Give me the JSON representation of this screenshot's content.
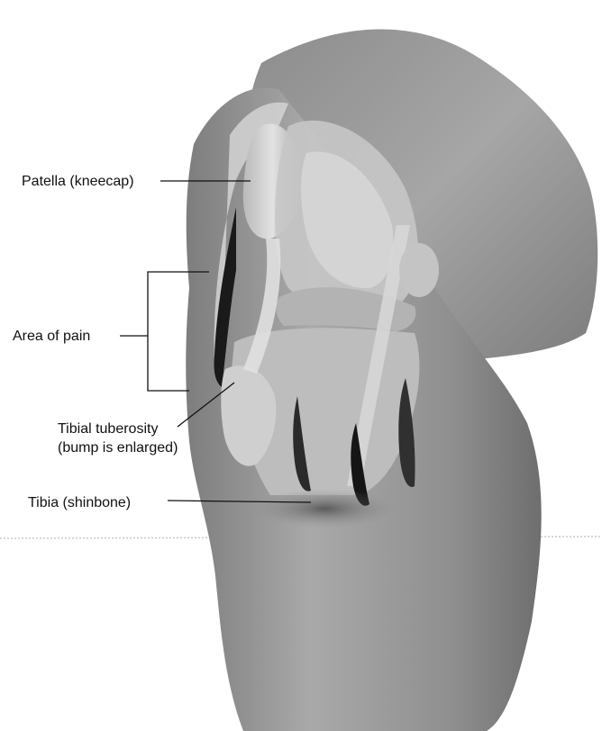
{
  "labels": {
    "patella": "Patella (kneecap)",
    "area_of_pain": "Area of pain",
    "tibial_tuberosity_line1": "Tibial tuberosity",
    "tibial_tuberosity_line2": "(bump is enlarged)",
    "tibia": "Tibia (shinbone)"
  }
}
